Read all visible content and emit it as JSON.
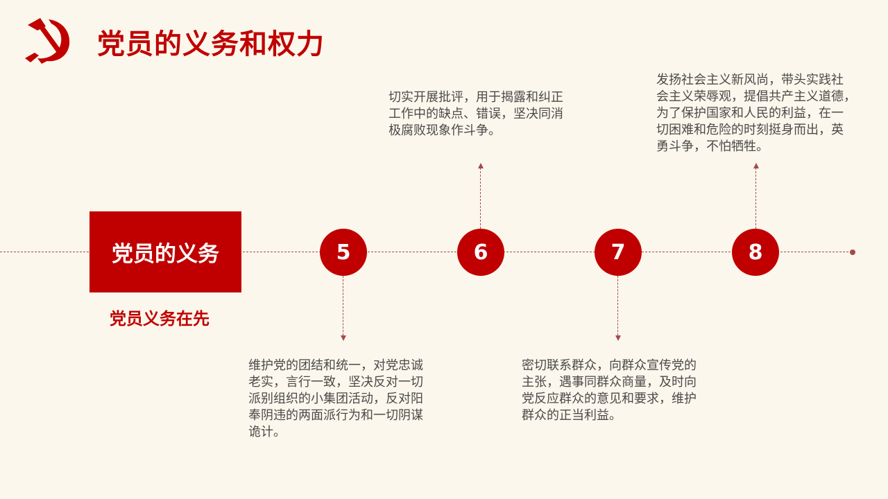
{
  "header": {
    "title": "党员的义务和权力"
  },
  "main": {
    "box_label": "党员的义务",
    "subtitle": "党员义务在先"
  },
  "nodes": [
    {
      "number": "5",
      "text": [
        "维护党的团结和统一，对党忠诚",
        "老实，言行一致，坚决反对一切",
        "派别组织的小集团活动，反对阳",
        "奉阴违的两面派行为和一切阴谋",
        "诡计。"
      ]
    },
    {
      "number": "6",
      "text": [
        "切实开展批评，用于揭露和纠正",
        "工作中的缺点、错误，坚决同消",
        "极腐败现象作斗争。"
      ]
    },
    {
      "number": "7",
      "text": [
        "密切联系群众，向群众宣传党的",
        "主张，遇事同群众商量，及时向",
        "党反应群众的意见和要求，维护",
        "群众的正当利益。"
      ]
    },
    {
      "number": "8",
      "text": [
        "发扬社会主义新风尚，带头实践社",
        "会主义荣辱观，提倡共产主义道德，",
        "为了保护国家和人民的利益，在一",
        "切困难和危险的时刻挺身而出，英",
        "勇斗争，不怕牺牲。"
      ]
    }
  ],
  "colors": {
    "accent": "#c00000",
    "background": "#fcf7ec",
    "text": "#4a4a4a",
    "line": "#a34a4a"
  },
  "icons": {
    "logo": "hammer-and-sickle-icon"
  }
}
